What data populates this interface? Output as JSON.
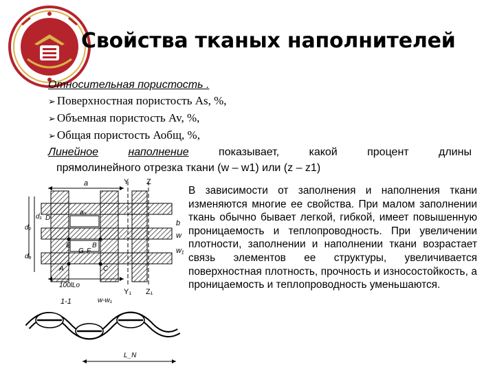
{
  "title": "Свойства тканых наполнителей",
  "lines": {
    "relative_porosity": "Относительная пористость .",
    "bullets": [
      "Поверхностная пористость As, %,",
      "Объемная пористость Av, %,",
      "Общая пористость Аобщ, %,"
    ],
    "linear_fill_words": [
      "Линейное",
      "наполнение",
      "показывает,",
      "какой",
      "процент",
      "длины"
    ],
    "linear_fill_continuation": "прямолинейного отрезка ткани (w – w1) или (z – z1)"
  },
  "paragraph": "В зависимости от заполнения и наполнения ткани изменяются многие ее свойства. При малом заполнении ткань обычно бывает легкой, гибкой, имеет повышенную проницаемость и теплопроводность. При увеличении плотности, заполнении и наполнении ткани возрастает связь элементов ее структуры, увеличивается поверхностная плотность, прочность и износостойкость, а проницаемость и теплопроводность уменьшаются.",
  "diagram_labels": {
    "a": "a",
    "Y": "Y",
    "Z": "Z",
    "ao": "aₒ",
    "D": "D",
    "B": "B",
    "E": "E",
    "G": "G",
    "F": "F",
    "A": "A",
    "C": "C",
    "d1": "d₁",
    "d2": "d₂",
    "d3": "d₃",
    "b": "b",
    "w": "w",
    "w1": "w₁",
    "Y1": "Y₁",
    "Z1": "Z₁",
    "scale": "100lLo",
    "section": "1-1",
    "ww1": "w-w₁",
    "LN": "L_N"
  },
  "colors": {
    "emblem_red": "#b5242c",
    "emblem_gold": "#d9b24a",
    "hatch": "#333333"
  },
  "icons": {
    "emblem": "university-crest-icon",
    "bullet": "arrow-bullet-icon"
  }
}
